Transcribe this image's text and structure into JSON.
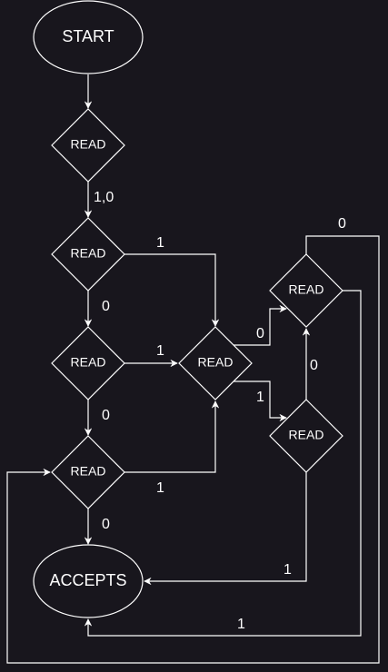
{
  "nodes": {
    "start": {
      "label": "START"
    },
    "read1": {
      "label": "READ"
    },
    "read2": {
      "label": "READ"
    },
    "read3": {
      "label": "READ"
    },
    "read4": {
      "label": "READ"
    },
    "read5": {
      "label": "READ"
    },
    "read6": {
      "label": "READ"
    },
    "read7": {
      "label": "READ"
    },
    "accepts": {
      "label": "ACCEPTS"
    }
  },
  "edges": {
    "read1_read2": "1,0",
    "read2_read5": "1",
    "read2_read3": "0",
    "read3_read5": "1",
    "read3_read4": "0",
    "read4_read5": "1",
    "read4_accepts": "0",
    "read5_read6": "0",
    "read5_read7": "1",
    "read7_read6": "0",
    "read6_loop_read4": "0",
    "read7_accepts": "1",
    "read6_accepts": "1"
  }
}
